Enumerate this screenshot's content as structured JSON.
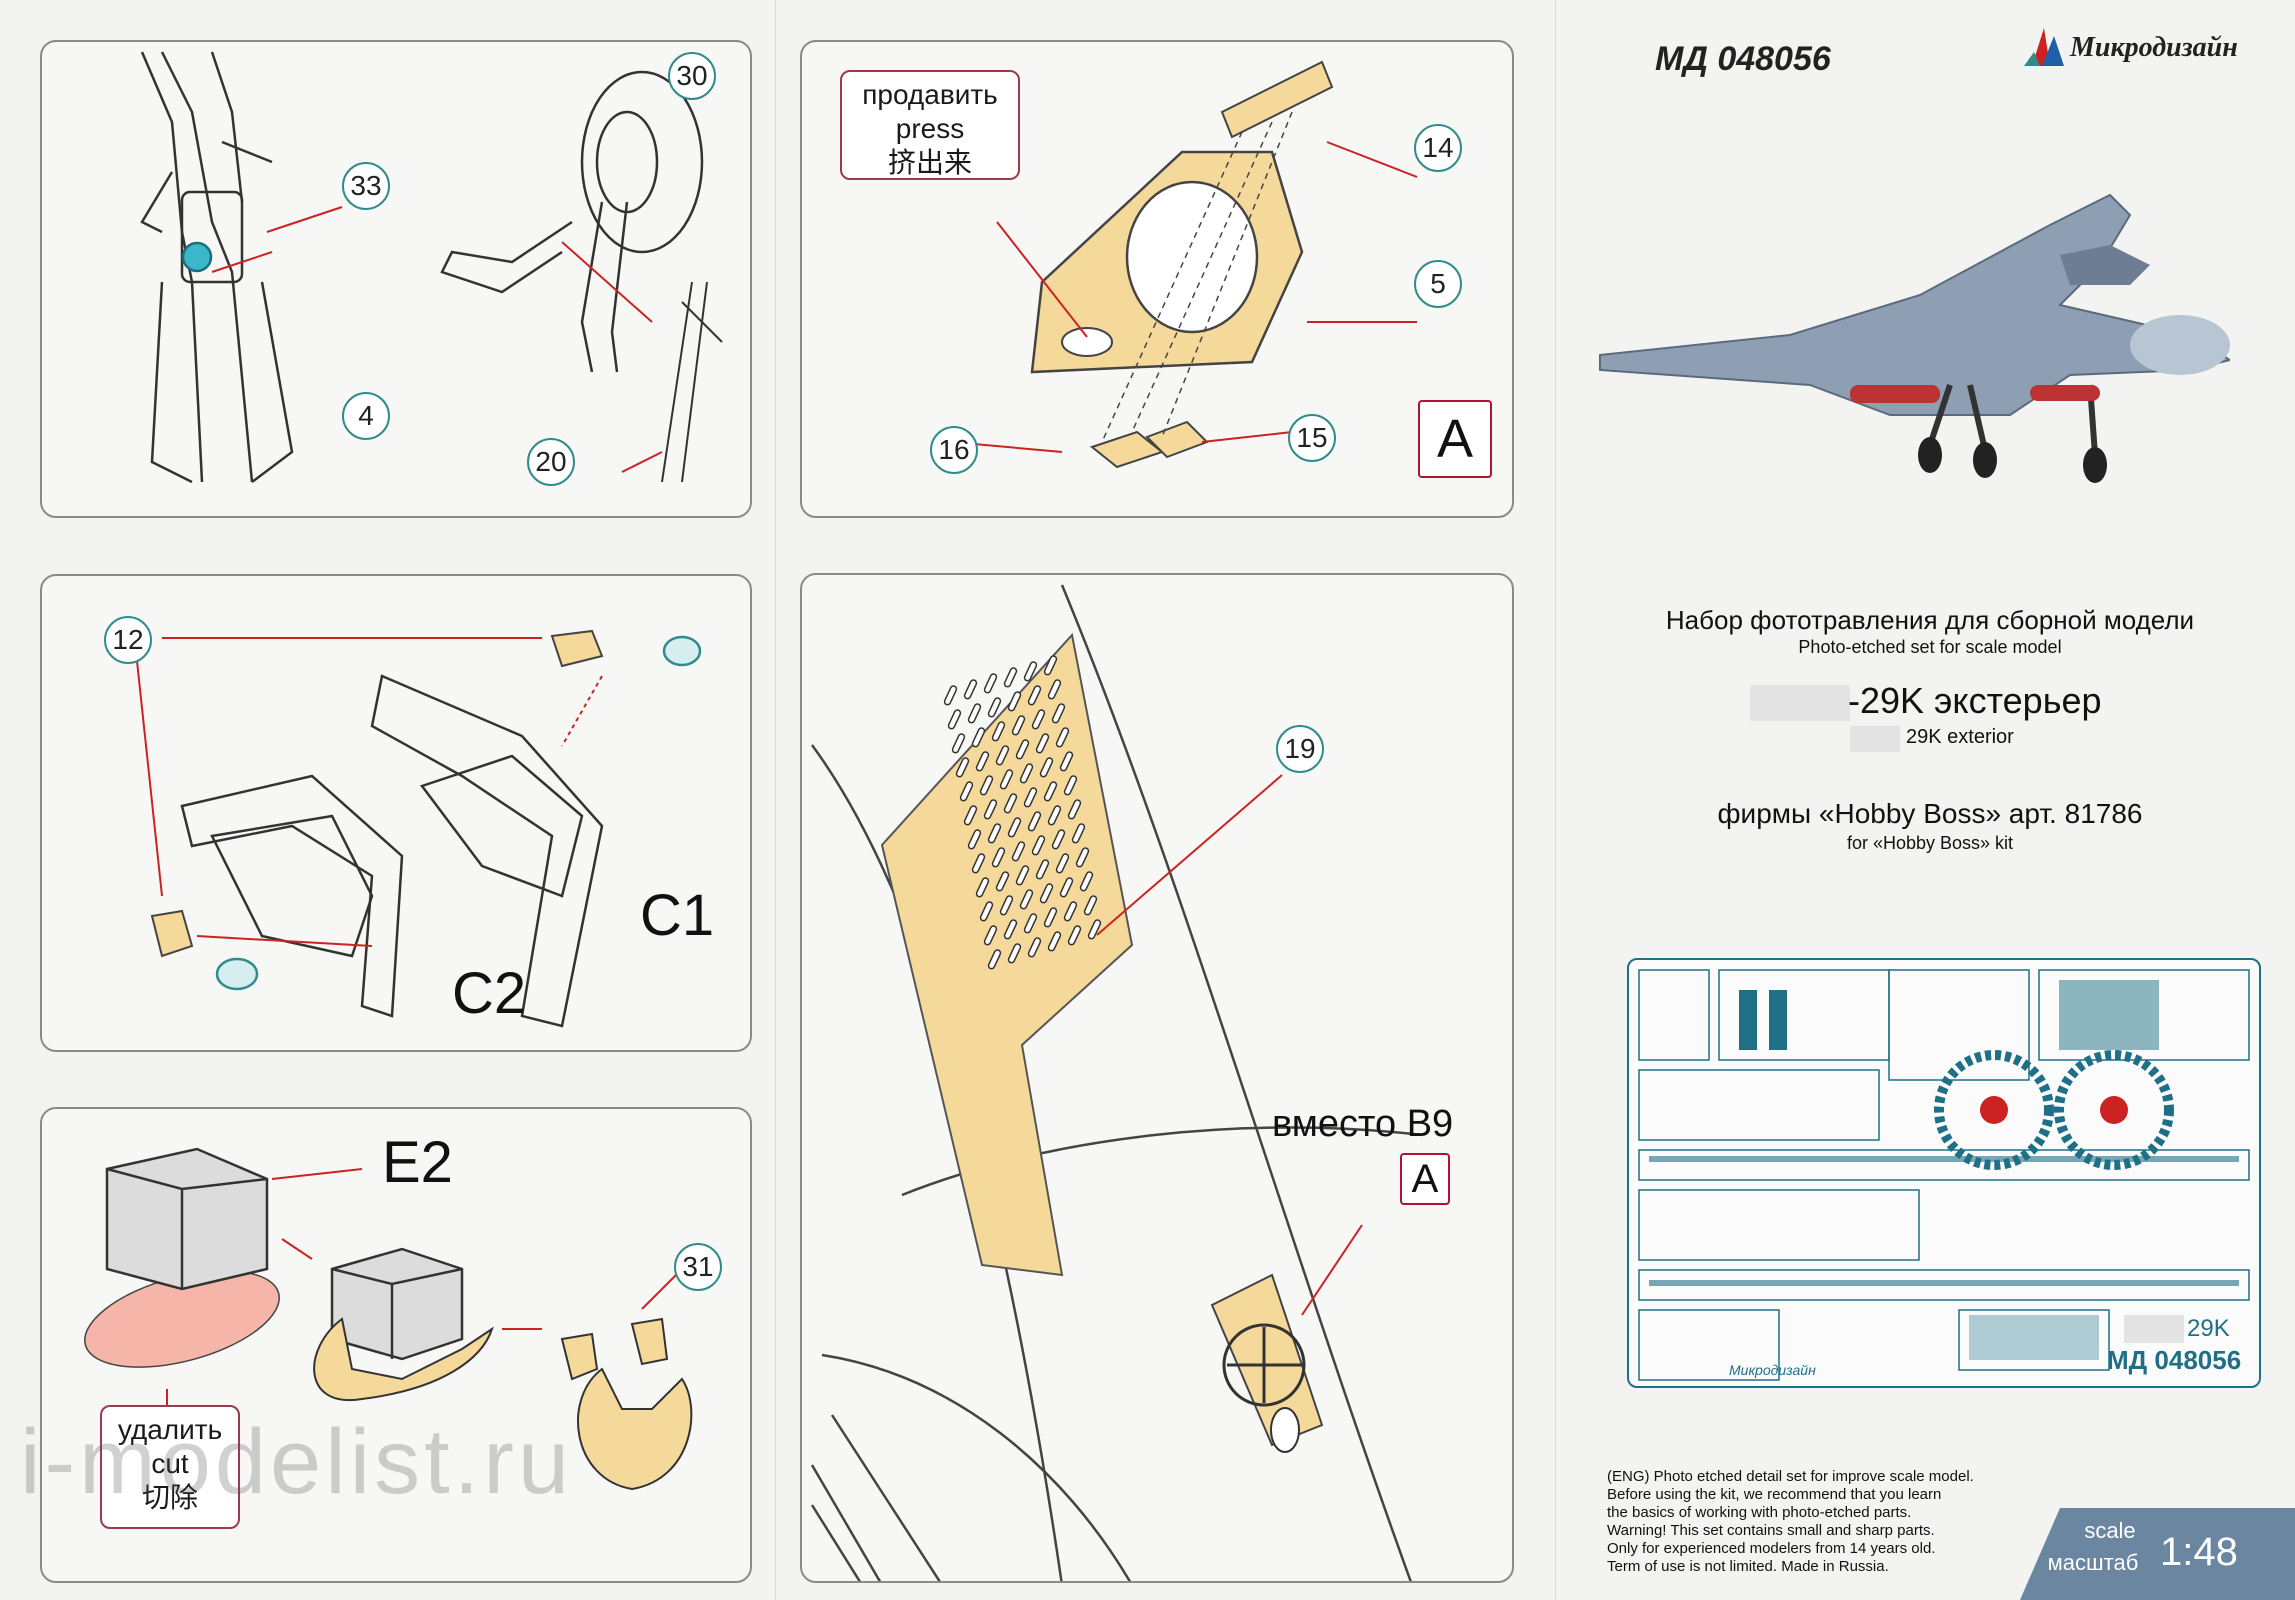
{
  "header": {
    "article": "МД 048056",
    "brand": "Микродизайн"
  },
  "panel1": {
    "callouts": [
      "30",
      "33",
      "4",
      "20"
    ]
  },
  "panel2": {
    "note_lines": [
      "продавить",
      "press",
      "挤出来"
    ],
    "callouts": [
      "14",
      "5",
      "16",
      "15"
    ],
    "box_label": "A"
  },
  "panel3": {
    "callouts": [
      "12"
    ],
    "labels": [
      "C1",
      "C2"
    ]
  },
  "panel4": {
    "callout": "19",
    "instead_text": "вместо B9",
    "box_label": "A"
  },
  "panel5": {
    "label": "E2",
    "callout": "31",
    "note_lines": [
      "удалить",
      "cut",
      "切除"
    ]
  },
  "cover": {
    "title_ru": "Набор фототравления для сборной модели",
    "title_en": "Photo-etched set for scale model",
    "model_ru": "-29K экстерьер",
    "model_en": "29K exterior",
    "kit_ru": "фирмы «Hobby Boss» арт. 81786",
    "kit_en": "for «Hobby Boss» kit",
    "fret_code": "МД 048056",
    "fret_model": "29K",
    "fret_brand": "Микродизайн",
    "disclaimer": [
      "(ENG) Photo etched detail set for improve scale model.",
      "Before using the kit, we recommend that you learn",
      "the basics of working with photo-etched parts.",
      "Warning! This set contains small and sharp parts.",
      "Only for experienced modelers from 14 years old.",
      "Term of use is not limited. Made in Russia."
    ],
    "scale_label_en": "scale",
    "scale_label_ru": "масштаб",
    "scale_value": "1:48"
  },
  "watermark": "i-modelist.ru",
  "colors": {
    "brass": "#f4d99a",
    "teal": "#2f8c8a",
    "frame": "#8a8a8a",
    "accent_red": "#b0103a",
    "fret_blue": "#1f6f86"
  }
}
